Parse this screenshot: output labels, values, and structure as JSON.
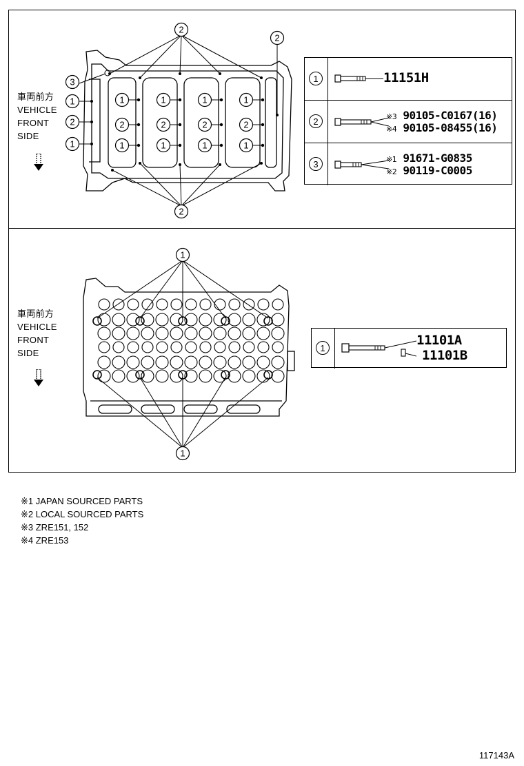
{
  "top_panel": {
    "side_label": [
      "車両前方",
      "VEHICLE",
      "FRONT",
      "SIDE"
    ],
    "table": [
      {
        "num": "1",
        "lines": [
          {
            "mark": "",
            "part": "11151H"
          }
        ]
      },
      {
        "num": "2",
        "lines": [
          {
            "mark": "※3",
            "part": "90105-C0167(16)"
          },
          {
            "mark": "※4",
            "part": "90105-08455(16)"
          }
        ]
      },
      {
        "num": "3",
        "lines": [
          {
            "mark": "※1",
            "part": "91671-G0835"
          },
          {
            "mark": "※2",
            "part": "90119-C0005"
          }
        ]
      }
    ],
    "callouts": [
      "1",
      "2",
      "3"
    ]
  },
  "bottom_panel": {
    "side_label": [
      "車両前方",
      "VEHICLE",
      "FRONT",
      "SIDE"
    ],
    "table": [
      {
        "num": "1",
        "lines": [
          {
            "mark": "",
            "part": "11101A"
          },
          {
            "mark": "",
            "part": "11101B"
          }
        ]
      }
    ],
    "callouts": [
      "1"
    ]
  },
  "notes": [
    "※1 JAPAN SOURCED PARTS",
    "※2 LOCAL SOURCED PARTS",
    "※3 ZRE151, 152",
    "※4 ZRE153"
  ],
  "reference": "117143A"
}
